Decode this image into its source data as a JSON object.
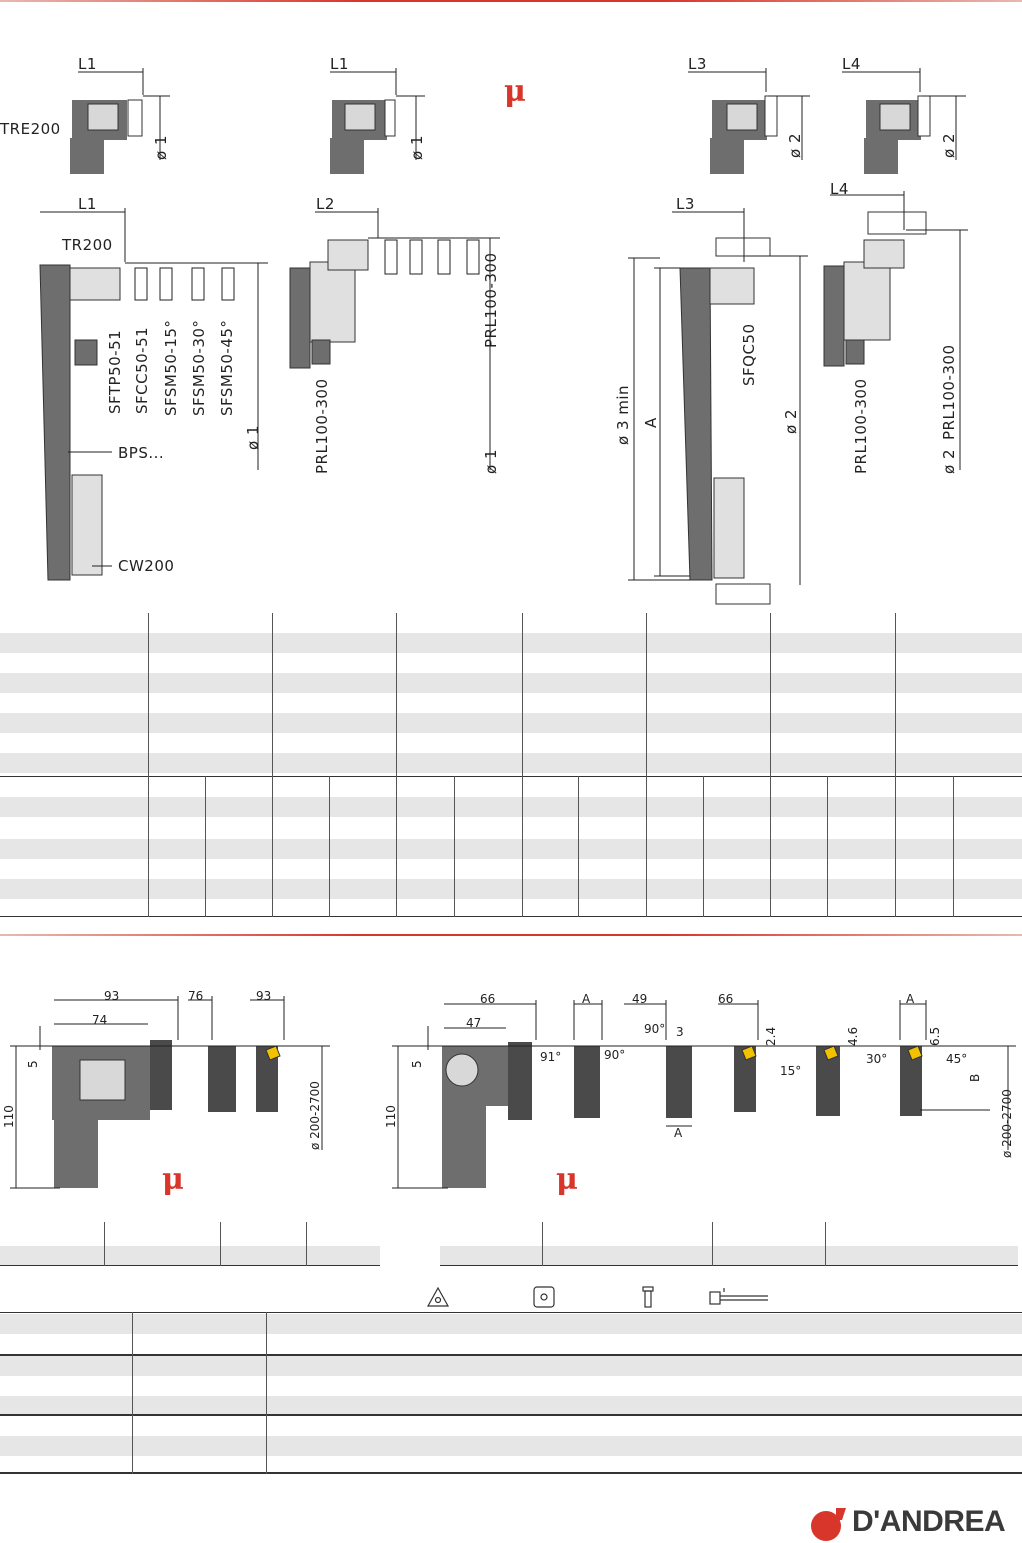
{
  "colors": {
    "accent": "#d9362b",
    "tool": "#6e6e6e",
    "toolDark": "#4a4a4a",
    "stripe": "#e6e6e7"
  },
  "top": {
    "mu_symbol": "μ",
    "labels": {
      "tre200": "TRE200",
      "tr200": "TR200",
      "bps": "BPS...",
      "cw200": "CW200",
      "l1a": "L1",
      "l1b": "L1",
      "l1c": "L1",
      "l2": "L2",
      "l3a": "L3",
      "l3b": "L3",
      "l4a": "L4",
      "l4b": "L4",
      "d1a": "ø 1",
      "d1b": "ø 1",
      "d1c": "ø 1",
      "d1d": "ø 1",
      "d2a": "ø 2",
      "d2b": "ø 2",
      "d2c": "ø 2",
      "d2d": "ø 2",
      "d3min": "ø 3 min",
      "a": "A",
      "sftp": "SFTP50-51",
      "sfcc": "SFCC50-51",
      "sfsm15": "SFSM50-15°",
      "sfsm30": "SFSM50-30°",
      "sfsm45": "SFSM50-45°",
      "prl1": "PRL100-300",
      "prl2": "PRL100-300",
      "prl3": "PRL100-300",
      "prl4": "PRL100-300",
      "sfqc": "SFQC50"
    }
  },
  "bottom": {
    "mu_symbol": "μ",
    "left": {
      "d93a": "93",
      "d76": "76",
      "d93b": "93",
      "d74": "74",
      "d5": "5",
      "d110": "110",
      "dia": "ø 200-2700"
    },
    "right": {
      "d66a": "66",
      "dA1": "A",
      "d49": "49",
      "d66b": "66",
      "dA2": "A",
      "d47": "47",
      "d3": "3",
      "d90a": "90°",
      "d91": "91°",
      "d90b": "90°",
      "d24": "2.4",
      "d46": "4.6",
      "d65": "6.5",
      "d15": "15°",
      "d30": "30°",
      "d45": "45°",
      "dA3": "A",
      "dB": "B",
      "d5": "5",
      "d110": "110",
      "dia": "ø 200-2700"
    }
  },
  "brand": {
    "name": "D'ANDREA"
  }
}
